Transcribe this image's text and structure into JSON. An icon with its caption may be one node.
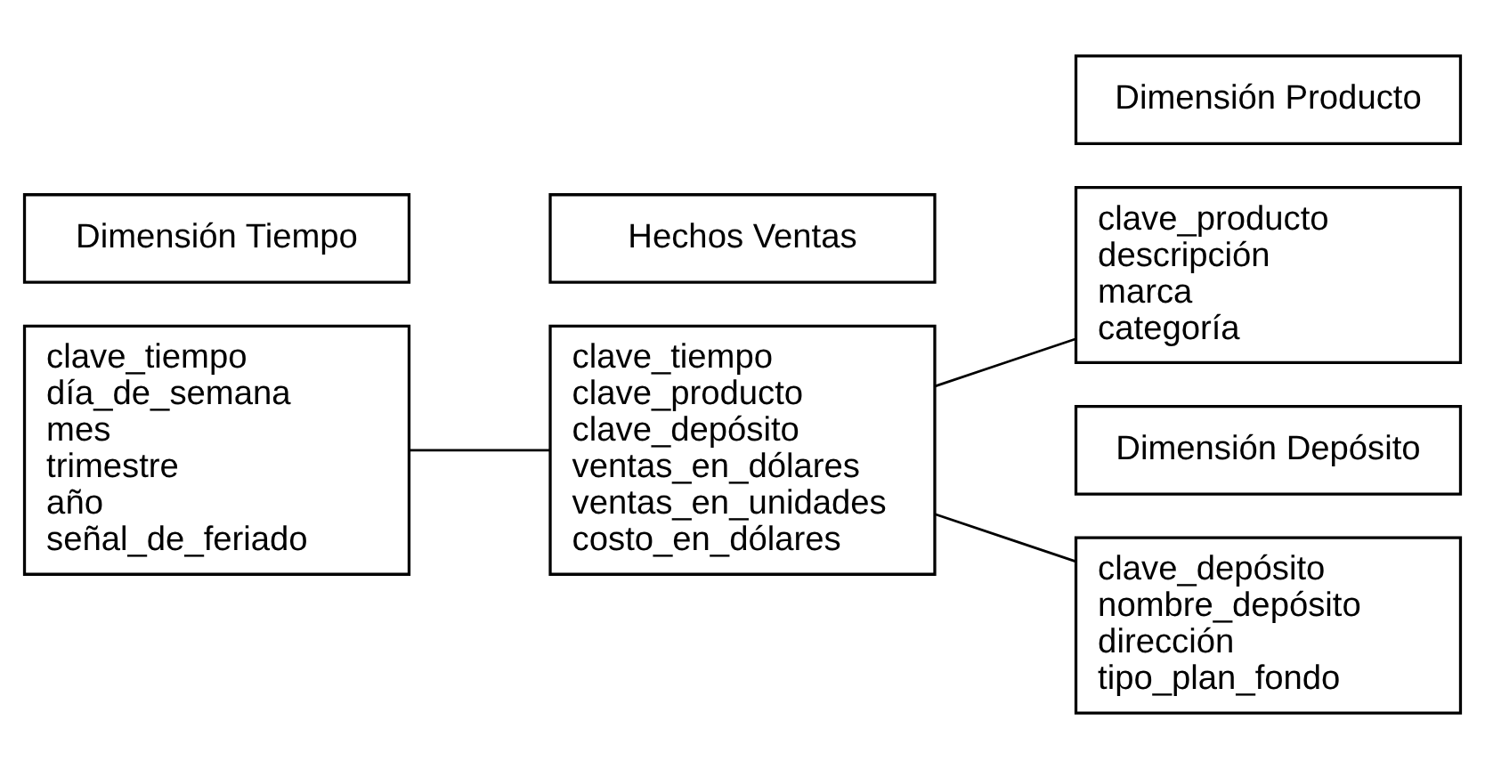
{
  "diagram": {
    "nodes": [
      {
        "text": [
          "Dimensión Tiempo"
        ]
      },
      {
        "text": [
          "Hechos Ventas"
        ]
      },
      {
        "text": [
          "Dimensión Producto"
        ]
      },
      {
        "text": [
          "clave_tiempo",
          "día_de_semana",
          "mes",
          "trimestre",
          "año",
          "señal_de_feriado"
        ]
      },
      {
        "text": [
          "clave_tiempo",
          "clave_producto",
          "clave_depósito",
          "ventas_en_dólares",
          "ventas_en_unidades",
          "costo_en_dólares"
        ]
      },
      {
        "text": [
          "clave_producto",
          "descripción",
          "marca",
          "categoría"
        ]
      },
      {
        "text": [
          "Dimensión Depósito"
        ]
      },
      {
        "text": [
          "clave_depósito",
          "nombre_depósito",
          "dirección",
          "tipo_plan_fondo"
        ]
      }
    ],
    "edges": [
      {
        "from": 3,
        "to": 4,
        "arrow": "none"
      },
      {
        "from": 4,
        "to": 5,
        "arrow": "none"
      },
      {
        "from": 4,
        "to": 7,
        "arrow": "none"
      }
    ]
  }
}
